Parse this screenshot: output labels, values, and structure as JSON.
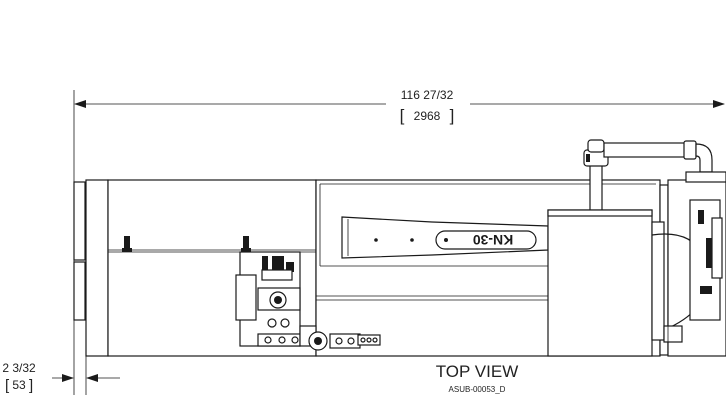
{
  "dimensions": {
    "overall_length": {
      "fraction": "116 27/32",
      "metric": "2968"
    },
    "offset": {
      "fraction": "2 3/32",
      "metric": "53"
    }
  },
  "view_title": "TOP VIEW",
  "drawing_number": "ASUB-00053_D",
  "arm_marking": "KN-30"
}
